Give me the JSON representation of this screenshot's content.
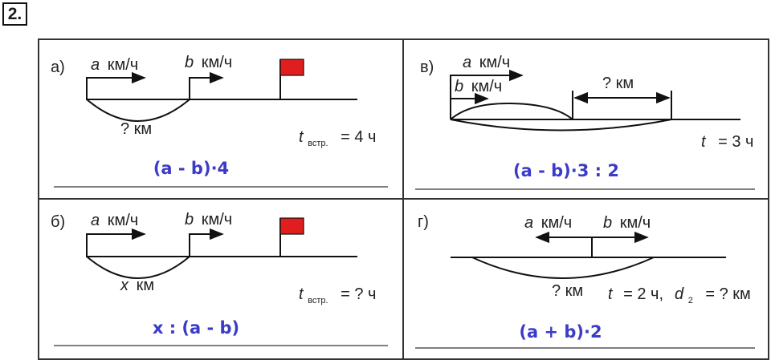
{
  "task_number": "2.",
  "panels": {
    "a": {
      "letter": "а)",
      "speed1": {
        "var": "a",
        "unit": "км/ч"
      },
      "speed2": {
        "var": "b",
        "unit": "км/ч"
      },
      "distance": "? км",
      "time": {
        "var": "t",
        "sub": "встр.",
        "value": "= 4 ч"
      },
      "answer": "(a - b)·4"
    },
    "v": {
      "letter": "в)",
      "speed1": {
        "var": "a",
        "unit": "км/ч"
      },
      "speed2": {
        "var": "b",
        "unit": "км/ч"
      },
      "distance": "? км",
      "time": {
        "var": "t",
        "value": "= 3 ч"
      },
      "answer": "(a - b)·3 : 2"
    },
    "b": {
      "letter": "б)",
      "speed1": {
        "var": "a",
        "unit": "км/ч"
      },
      "speed2": {
        "var": "b",
        "unit": "км/ч"
      },
      "distance": {
        "var": "x",
        "unit": "км"
      },
      "time": {
        "var": "t",
        "sub": "встр.",
        "value": "= ? ч"
      },
      "answer": "x : (a - b)"
    },
    "g": {
      "letter": "г)",
      "speed1": {
        "var": "a",
        "unit": "км/ч"
      },
      "speed2": {
        "var": "b",
        "unit": "км/ч"
      },
      "distance": "? км",
      "time": {
        "var": "t",
        "value": "= 2 ч,"
      },
      "distance2": {
        "var": "d",
        "sub": "2",
        "value": "= ? км"
      },
      "answer": "(a + b)·2"
    }
  },
  "colors": {
    "flag": "#e01e1e",
    "answer": "#3b3bc8"
  }
}
